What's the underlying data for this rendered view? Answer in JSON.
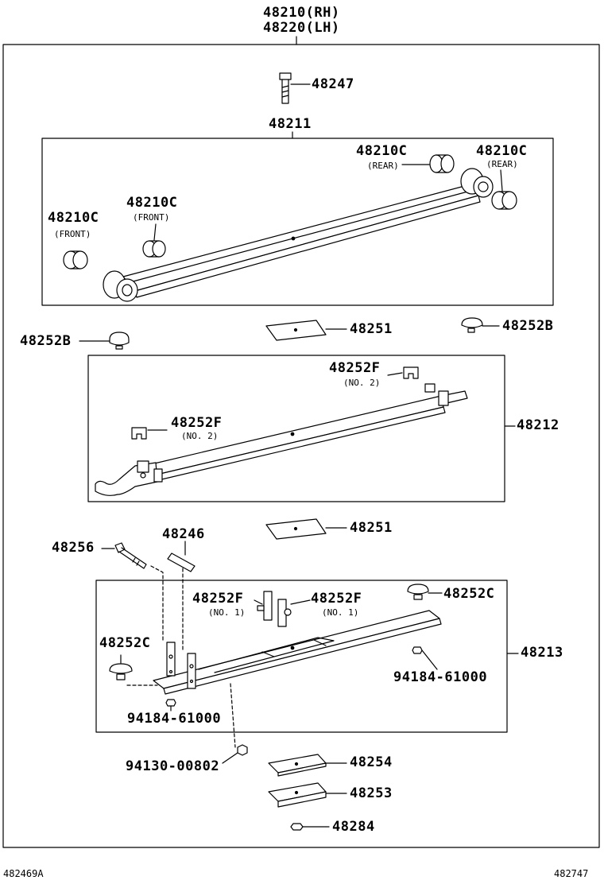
{
  "title": {
    "rh": "48210(RH)",
    "lh": "48220(LH)"
  },
  "labels": {
    "bolt": "48247",
    "leaf_no1_assy": "48211",
    "bush_front_left": "48210C",
    "bush_front_left_note": "(FRONT)",
    "bush_front_right": "48210C",
    "bush_front_right_note": "(FRONT)",
    "bush_rear_left": "48210C",
    "bush_rear_left_note": "(REAR)",
    "bush_rear_right": "48210C",
    "bush_rear_right_note": "(REAR)",
    "bumper_left": "48252B",
    "bumper_right": "48252B",
    "liner_upper": "48251",
    "leaf_no2": "48212",
    "clip_upper": "48252F",
    "clip_upper_note": "(NO. 2)",
    "clip_lower": "48252F",
    "clip_lower_note": "(NO. 2)",
    "liner_lower": "48251",
    "center_bolt": "48256",
    "pin": "48246",
    "clip_no1_left": "48252F",
    "clip_no1_left_note": "(NO. 1)",
    "clip_no1_right": "48252F",
    "clip_no1_right_note": "(NO. 1)",
    "cushion_right": "48252C",
    "cushion_left": "48252C",
    "leaf_no3": "48213",
    "nut_right": "94184-61000",
    "nut_left": "94184-61000",
    "nut_center": "94130-00802",
    "spacer_upper": "48254",
    "spacer_lower": "48253",
    "nut_bottom": "48284"
  },
  "footer": {
    "left_code": "482469A",
    "right_code": "482747"
  }
}
